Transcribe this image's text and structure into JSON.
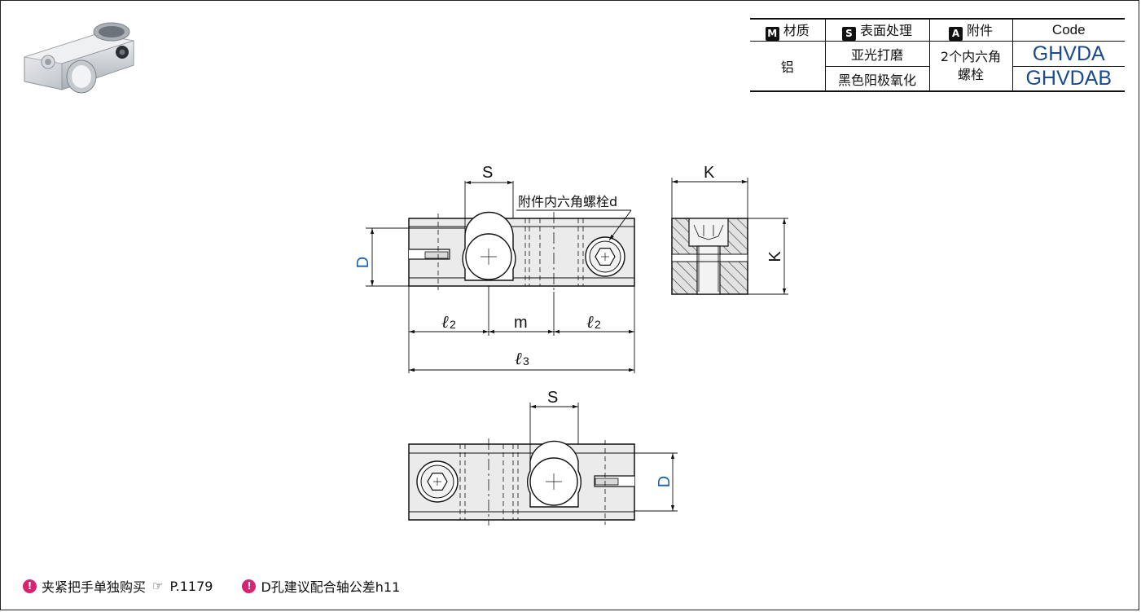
{
  "table": {
    "headers": {
      "material": {
        "badge": "M",
        "label": "材质"
      },
      "surface": {
        "badge": "S",
        "label": "表面处理"
      },
      "accessory": {
        "badge": "A",
        "label": "附件"
      },
      "code": "Code"
    },
    "material": "铝",
    "accessory_value_line1": "2个内六角",
    "accessory_value_line2": "螺栓",
    "rows": [
      {
        "surface": "亚光打磨",
        "code": "GHVDA"
      },
      {
        "surface": "黑色阳极氧化",
        "code": "GHVDAB"
      }
    ]
  },
  "drawing": {
    "labels": {
      "s_top": "S",
      "bolt_callout": "附件内六角螺栓d",
      "d_left": "D",
      "l2_left": "ℓ",
      "l2_left_sub": "2",
      "m": "m",
      "l2_right": "ℓ",
      "l2_right_sub": "2",
      "l3": "ℓ",
      "l3_sub": "3",
      "k_top": "K",
      "k_right": "K",
      "s_bottom": "S",
      "d_right": "D"
    },
    "colors": {
      "dimension_blue": "#1a5faa",
      "code_blue": "#1a4a8f"
    }
  },
  "notes": [
    {
      "icon": "warning-icon",
      "text": "夹紧把手单独购买",
      "ref_icon": "pointing-hand-icon",
      "ref": "P.1179"
    },
    {
      "icon": "warning-icon",
      "text": "D孔建议配合轴公差h11"
    }
  ]
}
